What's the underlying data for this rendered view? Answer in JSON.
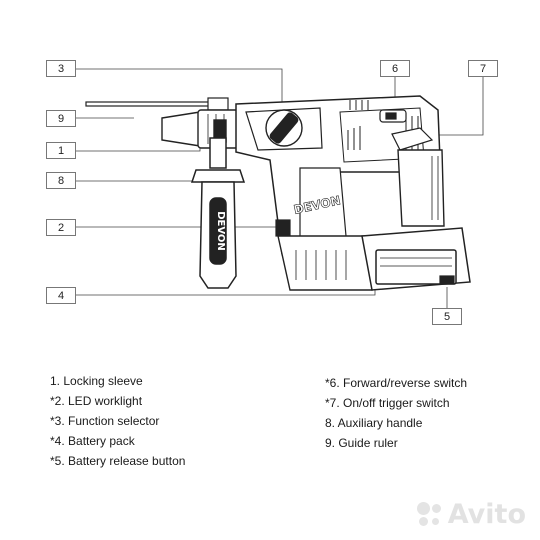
{
  "callouts": [
    {
      "num": "3"
    },
    {
      "num": "9"
    },
    {
      "num": "1"
    },
    {
      "num": "8"
    },
    {
      "num": "2"
    },
    {
      "num": "4"
    },
    {
      "num": "6"
    },
    {
      "num": "7"
    },
    {
      "num": "5"
    }
  ],
  "tool_brand": "DEVON",
  "handle_brand": "DEVON",
  "legend_left": [
    "1. Locking sleeve",
    "*2. LED worklight",
    "*3. Function selector",
    "*4. Battery pack",
    "*5. Battery release button"
  ],
  "legend_right": [
    "*6. Forward/reverse switch",
    "*7. On/off trigger switch",
    "8. Auxiliary handle",
    "9. Guide ruler"
  ],
  "watermark": "Avito",
  "colors": {
    "line": "#222222",
    "accent": "#bdbdbd",
    "watermark": "#e2e2e2"
  }
}
